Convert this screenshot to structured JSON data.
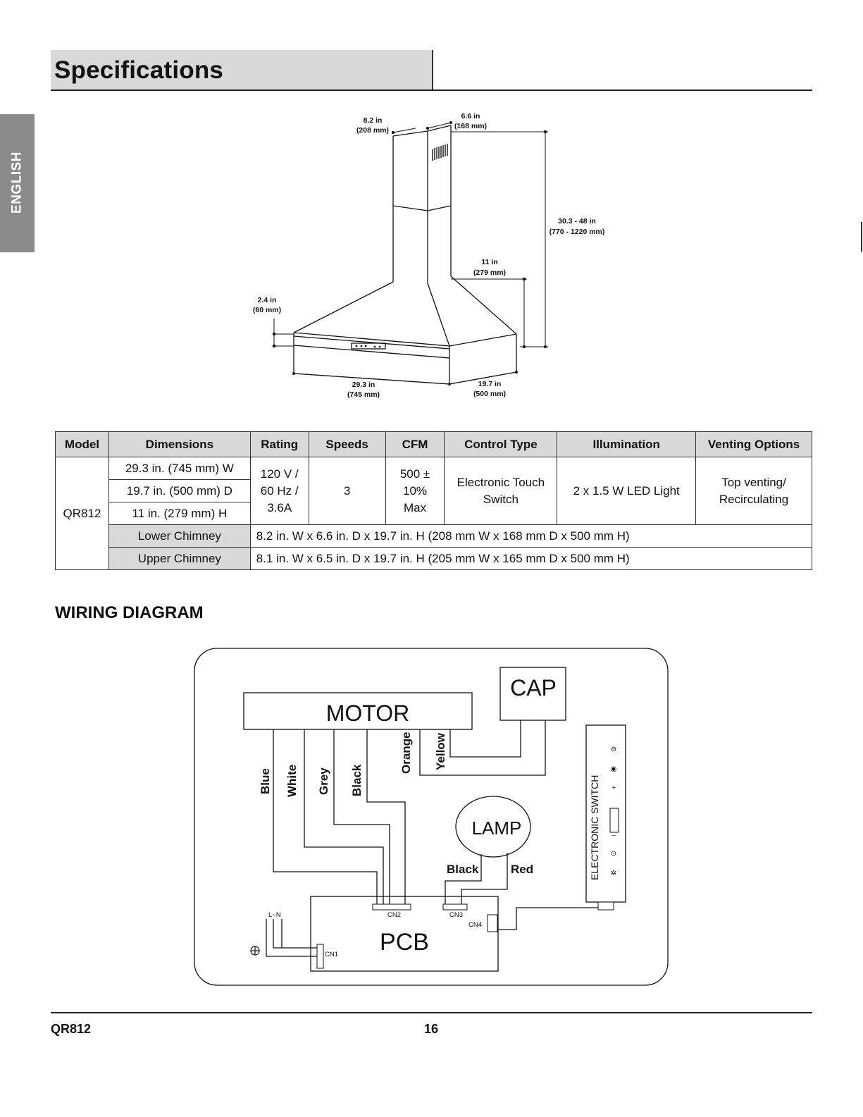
{
  "header": {
    "title": "Specifications"
  },
  "language_tab": {
    "label": "ENGLISH"
  },
  "hood_drawing": {
    "dimensions": {
      "chimney_width": {
        "imperial": "8.2 in",
        "metric": "(208 mm)"
      },
      "chimney_depth": {
        "imperial": "6.6 in",
        "metric": "(168 mm)"
      },
      "chimney_height": {
        "imperial": "30.3 - 48 in",
        "metric": "(770 - 1220 mm)"
      },
      "canopy_height": {
        "imperial": "11 in",
        "metric": "(279 mm)"
      },
      "edge_height": {
        "imperial": "2.4 in",
        "metric": "(60 mm)"
      },
      "hood_width": {
        "imperial": "29.3 in",
        "metric": "(745 mm)"
      },
      "hood_depth": {
        "imperial": "19.7 in",
        "metric": "(500 mm)"
      }
    }
  },
  "spec_table": {
    "headers": [
      "Model",
      "Dimensions",
      "Rating",
      "Speeds",
      "CFM",
      "Control Type",
      "Illumination",
      "Venting Options"
    ],
    "model": "QR812",
    "dimensions": [
      "29.3 in. (745 mm) W",
      "19.7 in. (500 mm) D",
      "11 in. (279 mm) H"
    ],
    "rating": [
      "120 V /",
      "60 Hz /",
      "3.6A"
    ],
    "speeds": "3",
    "cfm": [
      "500 ±",
      "10%",
      "Max"
    ],
    "control_type": [
      "Electronic Touch",
      "Switch"
    ],
    "illumination": "2 x 1.5 W LED Light",
    "venting": [
      "Top venting/",
      "Recirculating"
    ],
    "lower_chimney": {
      "label": "Lower Chimney",
      "value": "8.2 in. W x 6.6 in. D x 19.7 in. H (208 mm W x 168 mm D x 500 mm H)"
    },
    "upper_chimney": {
      "label": "Upper Chimney",
      "value": "8.1 in. W x 6.5 in. D x 19.7 in. H (205 mm W x 165 mm D x 500 mm H)"
    }
  },
  "wiring": {
    "title": "WIRING DIAGRAM",
    "motor": "MOTOR",
    "cap": "CAP",
    "lamp": "LAMP",
    "pcb": "PCB",
    "switch": "ELECTRONIC  SWITCH",
    "wires": {
      "blue": "Blue",
      "white": "White",
      "grey": "Grey",
      "black": "Black",
      "orange": "Orange",
      "yellow": "Yellow",
      "lamp_black": "Black",
      "lamp_red": "Red"
    },
    "connectors": {
      "cn1": "CN1",
      "cn2": "CN2",
      "cn3": "CN3",
      "cn4": "CN4",
      "power": "L~N"
    },
    "switch_symbols": [
      "⊖",
      "◉",
      "+",
      "–",
      "⊙",
      "✲"
    ]
  },
  "footer": {
    "model": "QR812",
    "page": "16"
  }
}
